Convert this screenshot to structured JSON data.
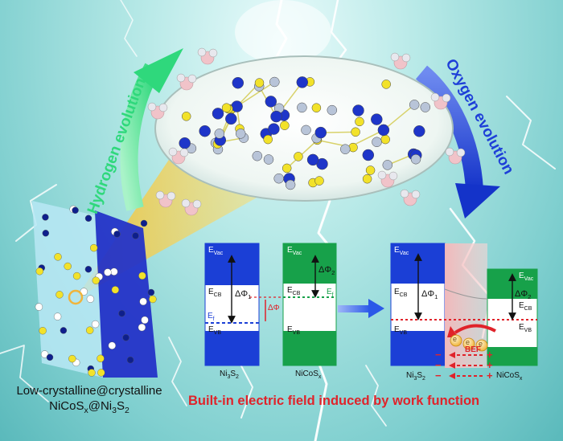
{
  "labels": {
    "hydrogen": "Hydrogen evolution",
    "oxygen": "Oxygen evolution",
    "caption_line1": "Low-crystalline@crystalline",
    "caption_line2_a": "NiCoS",
    "caption_line2_sub1": "x",
    "caption_line2_b": "@Ni",
    "caption_line2_sub2": "3",
    "caption_line2_c": "S",
    "caption_line2_sub3": "2",
    "bef_title": "Built-in electric field induced by work function",
    "bef_tag": "BEF",
    "e_symbol": "E",
    "sub_vac": "Vac",
    "sub_cb": "CB",
    "sub_vb": "VB",
    "sub_f": "f",
    "delta_phi": "ΔΦ",
    "phi_sub1": "1",
    "phi_sub2": "2",
    "ni3s2_a": "Ni",
    "ni3s2_s1": "3",
    "ni3s2_b": "S",
    "ni3s2_s2": "2",
    "nicos_a": "NiCoS",
    "nicos_s": "x",
    "electron": "e",
    "plus": "+",
    "minus": "−"
  },
  "colors": {
    "ni3s2_band": "#1b3fd6",
    "nicos_band": "#17a14a",
    "bef_red": "#e0232a",
    "hydrogen_arrow": "#3fe08a",
    "oxygen_arrow": "#1e3fd8"
  }
}
